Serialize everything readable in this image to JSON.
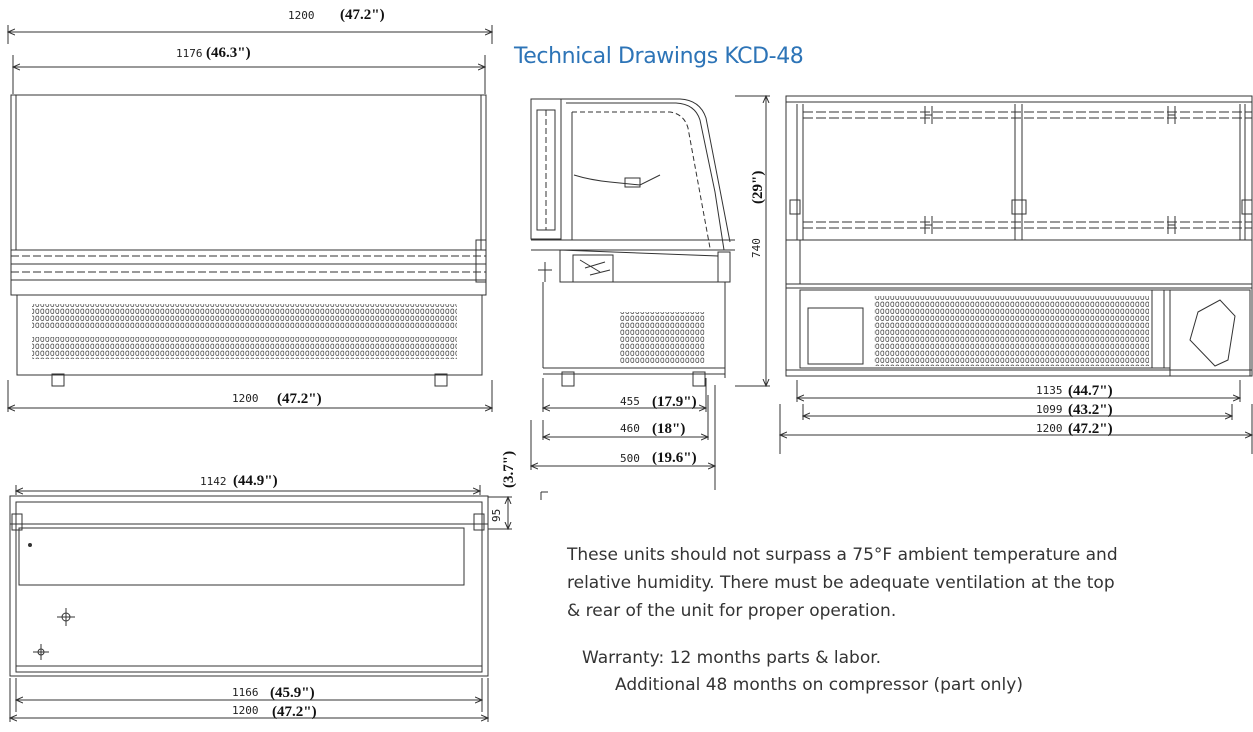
{
  "title": "Technical Drawings KCD-48",
  "front_view": {
    "overall_top": {
      "mm": "1200",
      "in": "(47.2\")"
    },
    "glass_width": {
      "mm": "1176",
      "in": "(46.3\")"
    },
    "overall_bottom": {
      "mm": "1200",
      "in": "(47.2\")"
    }
  },
  "top_view": {
    "inner_width": {
      "mm": "1142",
      "in": "(44.9\")"
    },
    "depth_small": {
      "mm": "95",
      "in": "(3.7\")"
    },
    "inner_bottom": {
      "mm": "1166",
      "in": "(45.9\")"
    },
    "overall_bottom": {
      "mm": "1200",
      "in": "(47.2\")"
    }
  },
  "side_view": {
    "height": {
      "mm": "740",
      "in": "(29\")"
    },
    "depth_455": {
      "mm": "455",
      "in": "(17.9\")"
    },
    "depth_460": {
      "mm": "460",
      "in": "(18\")"
    },
    "depth_500": {
      "mm": "500",
      "in": "(19.6\")"
    }
  },
  "rear_view": {
    "w1135": {
      "mm": "1135",
      "in": "(44.7\")"
    },
    "w1099": {
      "mm": "1099",
      "in": "(43.2\")"
    },
    "w1200": {
      "mm": "1200",
      "in": "(47.2\")"
    }
  },
  "notes": {
    "line1": "These units should not surpass a 75°F ambient temperature and",
    "line2": "relative humidity. There must be adequate ventilation at the top",
    "line3": "& rear of the unit for proper operation.",
    "warranty1": "Warranty: 12 months parts & labor.",
    "warranty2": "Additional 48 months on compressor (part only)"
  }
}
